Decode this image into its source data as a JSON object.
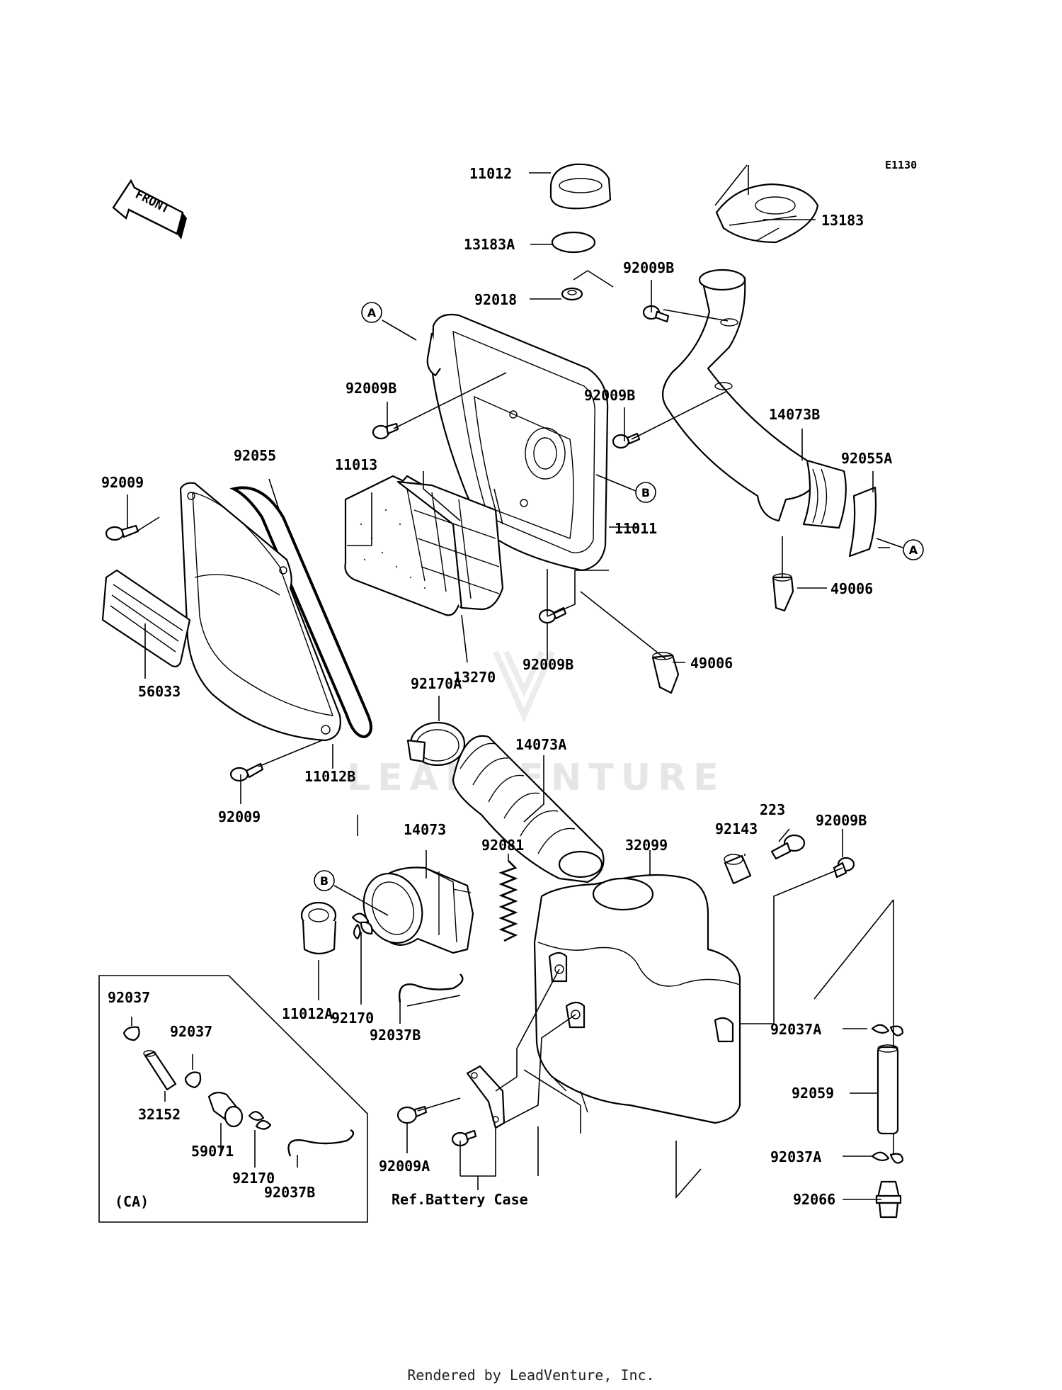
{
  "diagram": {
    "code": "E1130",
    "front_label": "FRONT",
    "watermark": "LEADVENTURE",
    "inset_label": "(CA)",
    "note": "Ref.Battery Case",
    "footer": "Rendered by LeadVenture, Inc.",
    "callouts": {
      "a": "A",
      "b": "B"
    },
    "parts": [
      "11012",
      "13183A",
      "92018",
      "13183",
      "92009B",
      "14073B",
      "92055A",
      "11011",
      "49006",
      "92055",
      "11013",
      "92009",
      "56033",
      "13270",
      "92170A",
      "14073A",
      "11012B",
      "14073",
      "92081",
      "32099",
      "92143",
      "223",
      "11012A",
      "92170",
      "92037B",
      "92037A",
      "92059",
      "92066",
      "92037",
      "32152",
      "59071",
      "92009A"
    ]
  }
}
